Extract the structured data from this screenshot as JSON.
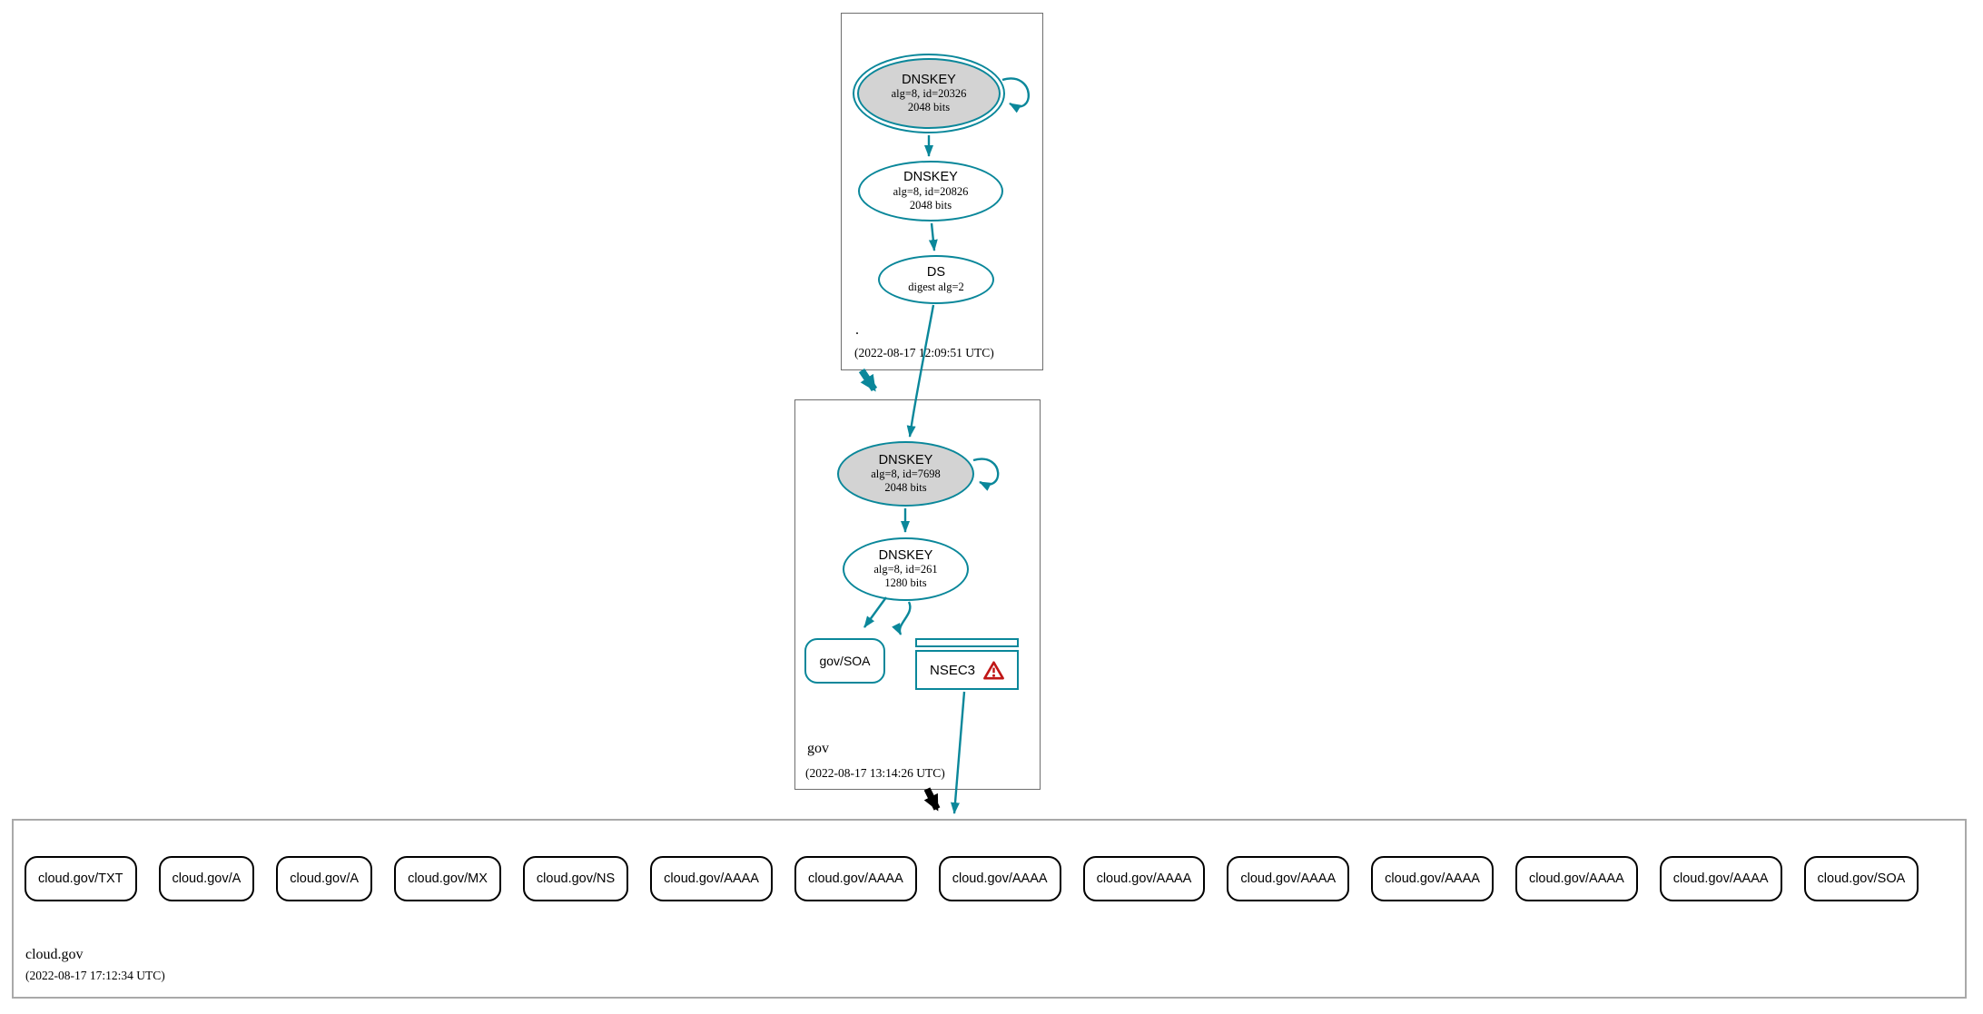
{
  "diagram_type": "dnssec-authentication-chain",
  "zones": {
    "root": {
      "name": ".",
      "timestamp": "(2022-08-17 12:09:51 UTC)",
      "nodes": {
        "ksk": {
          "title": "DNSKEY",
          "detail1": "alg=8, id=20326",
          "detail2": "2048 bits",
          "style": "trust-anchor-double-border, gray-fill, self-signed"
        },
        "zsk": {
          "title": "DNSKEY",
          "detail1": "alg=8, id=20826",
          "detail2": "2048 bits"
        },
        "ds": {
          "title": "DS",
          "detail1": "digest alg=2"
        }
      }
    },
    "gov": {
      "name": "gov",
      "timestamp": "(2022-08-17 13:14:26 UTC)",
      "nodes": {
        "ksk": {
          "title": "DNSKEY",
          "detail1": "alg=8, id=7698",
          "detail2": "2048 bits",
          "style": "gray-fill, self-signed"
        },
        "zsk": {
          "title": "DNSKEY",
          "detail1": "alg=8, id=261",
          "detail2": "1280 bits"
        },
        "soa": {
          "label": "gov/SOA"
        },
        "nsec3": {
          "label": "NSEC3",
          "icon": "warning-icon"
        }
      }
    },
    "cloud_gov": {
      "name": "cloud.gov",
      "timestamp": "(2022-08-17 17:12:34 UTC)",
      "rrsets": [
        "cloud.gov/TXT",
        "cloud.gov/A",
        "cloud.gov/A",
        "cloud.gov/MX",
        "cloud.gov/NS",
        "cloud.gov/AAAA",
        "cloud.gov/AAAA",
        "cloud.gov/AAAA",
        "cloud.gov/AAAA",
        "cloud.gov/AAAA",
        "cloud.gov/AAAA",
        "cloud.gov/AAAA",
        "cloud.gov/AAAA",
        "cloud.gov/SOA"
      ]
    }
  },
  "colors": {
    "secure_edge": "#0a879a",
    "insecure_edge": "#000000",
    "warning": "#c01616",
    "ksk_fill": "#d3d3d3"
  }
}
